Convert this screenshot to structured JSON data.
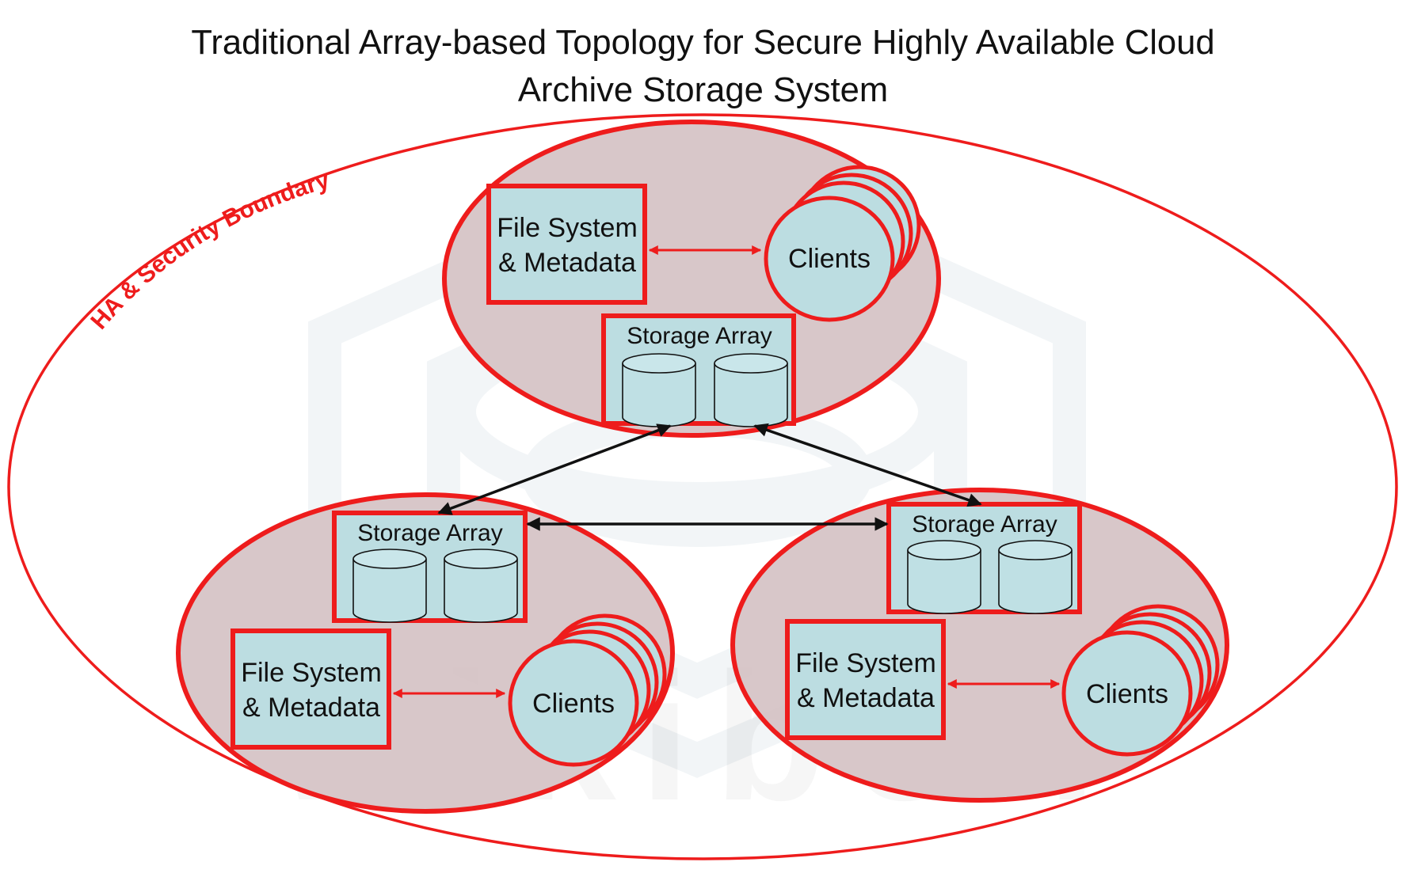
{
  "title": {
    "line1": "Traditional Array-based Topology for Secure Highly Available Cloud",
    "line2": "Archive Storage System"
  },
  "boundary": {
    "label": "HA & Security Boundary"
  },
  "sites": [
    {
      "name": "top",
      "file_system_line1": "File System",
      "file_system_line2": "& Metadata",
      "clients_label": "Clients",
      "storage_label": "Storage Array"
    },
    {
      "name": "bottom-left",
      "file_system_line1": "File System",
      "file_system_line2": "& Metadata",
      "clients_label": "Clients",
      "storage_label": "Storage Array"
    },
    {
      "name": "bottom-right",
      "file_system_line1": "File System",
      "file_system_line2": "& Metadata",
      "clients_label": "Clients",
      "storage_label": "Storage Array"
    }
  ],
  "watermark": {
    "text": "wikibon"
  },
  "colors": {
    "boundary_red": "#ee1c1c",
    "site_fill": "#d9c5c7",
    "component_fill": "#bcdde1",
    "arrow_black": "#111111"
  }
}
